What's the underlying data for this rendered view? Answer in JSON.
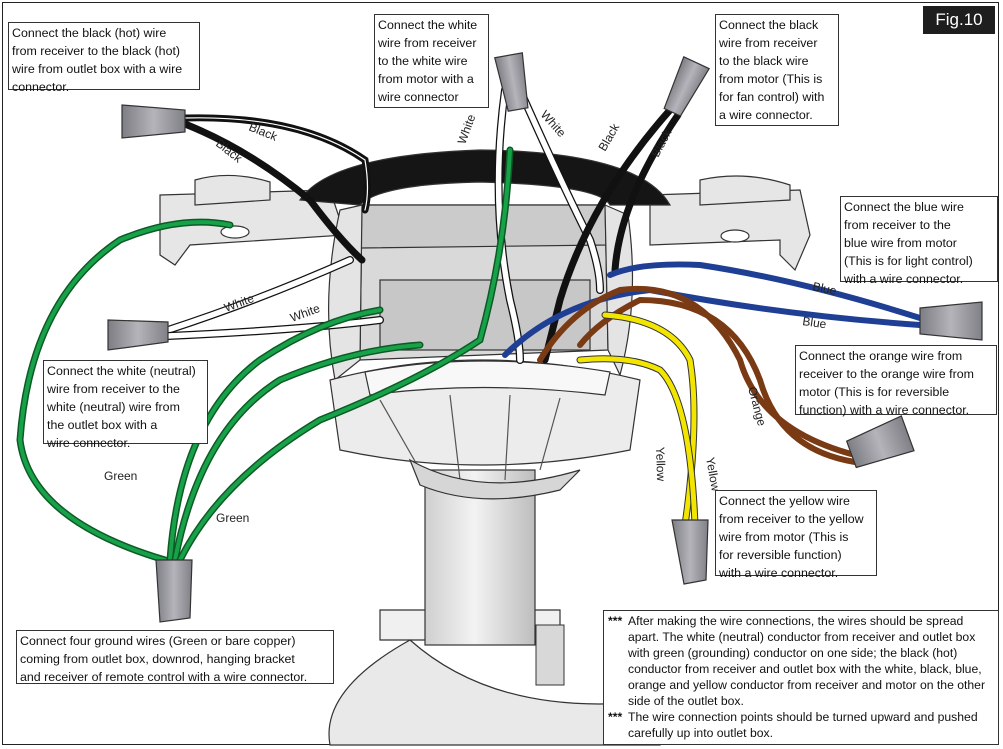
{
  "figure_label": "Fig.10",
  "callouts": {
    "black_hot": "Connect the black (hot) wire\nfrom receiver to the black (hot)\nwire from outlet box with a wire\nconnector.",
    "white_motor": "Connect the white\nwire from receiver\nto the white wire\nfrom motor with a\nwire connector",
    "black_motor": "Connect the black\nwire from receiver\nto the black wire\nfrom motor (This is\nfor fan control) with\na wire connector.",
    "blue": "Connect the blue wire\nfrom receiver to the\nblue wire from motor\n(This is for light control)\nwith a wire connector.",
    "white_neutral": "Connect the white (neutral)\nwire from receiver to the\nwhite (neutral) wire from\nthe outlet box with a\nwire connector.",
    "orange": "Connect the orange wire from\nreceiver to the orange wire from\nmotor (This is for reversible\nfunction) with a wire connector.",
    "yellow": "Connect the yellow wire\nfrom receiver to the yellow\nwire from motor (This is\nfor reversible function)\nwith a wire connector.",
    "ground": "Connect four ground wires (Green or bare copper)\ncoming from outlet box, downrod, hanging bracket\nand receiver of remote control with a wire connector."
  },
  "notes": [
    {
      "marker": "***",
      "text": "After making the wire connections, the wires should be spread apart. The white (neutral) conductor from receiver and outlet box with green (grounding) conductor on one side; the black (hot) conductor from receiver and outlet box with the white, black, blue, orange and yellow conductor from receiver and motor on the other side of the outlet box."
    },
    {
      "marker": "***",
      "text": "The wire connection points should be turned upward and pushed carefully up into outlet box."
    }
  ],
  "wire_labels": {
    "black": "Black",
    "white": "White",
    "blue": "Blue",
    "orange": "Orange",
    "yellow": "Yellow",
    "green": "Green"
  },
  "colors": {
    "black_wire": "#111111",
    "white_wire": "#ffffff",
    "blue_wire": "#1f3f95",
    "orange_wire": "#7a3a14",
    "yellow_wire": "#f2e500",
    "green_wire": "#0d8a3c",
    "connector": "#9b9ba1",
    "housing": "#e8e8e8"
  }
}
